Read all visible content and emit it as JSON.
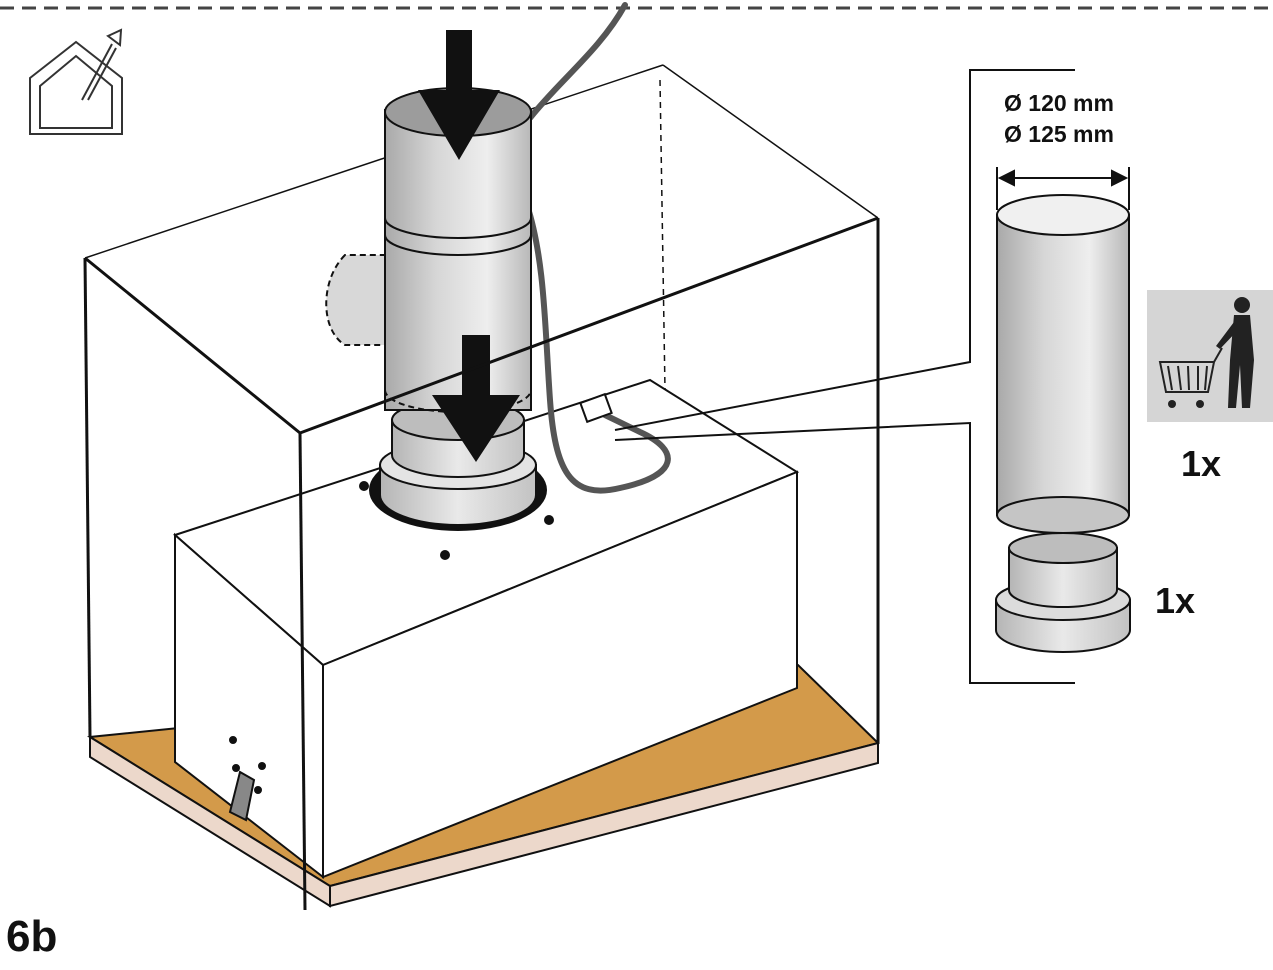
{
  "step_label": "6b",
  "pipe": {
    "diameter_1": "Ø 120 mm",
    "diameter_2": "Ø 125 mm"
  },
  "parts": [
    {
      "name": "pipe",
      "quantity": "1x"
    },
    {
      "name": "reducer-ring",
      "quantity": "1x"
    }
  ],
  "icons": [
    "outdoor-venting-house-icon",
    "shopping-cart-person-icon",
    "down-arrow-icon"
  ],
  "colors": {
    "line": "#111111",
    "pipe_gray": "#c9c9c9",
    "worktop": "#d39a4a",
    "worktop_edge": "#ecd8cb",
    "icon_background": "#d5d5d5"
  }
}
